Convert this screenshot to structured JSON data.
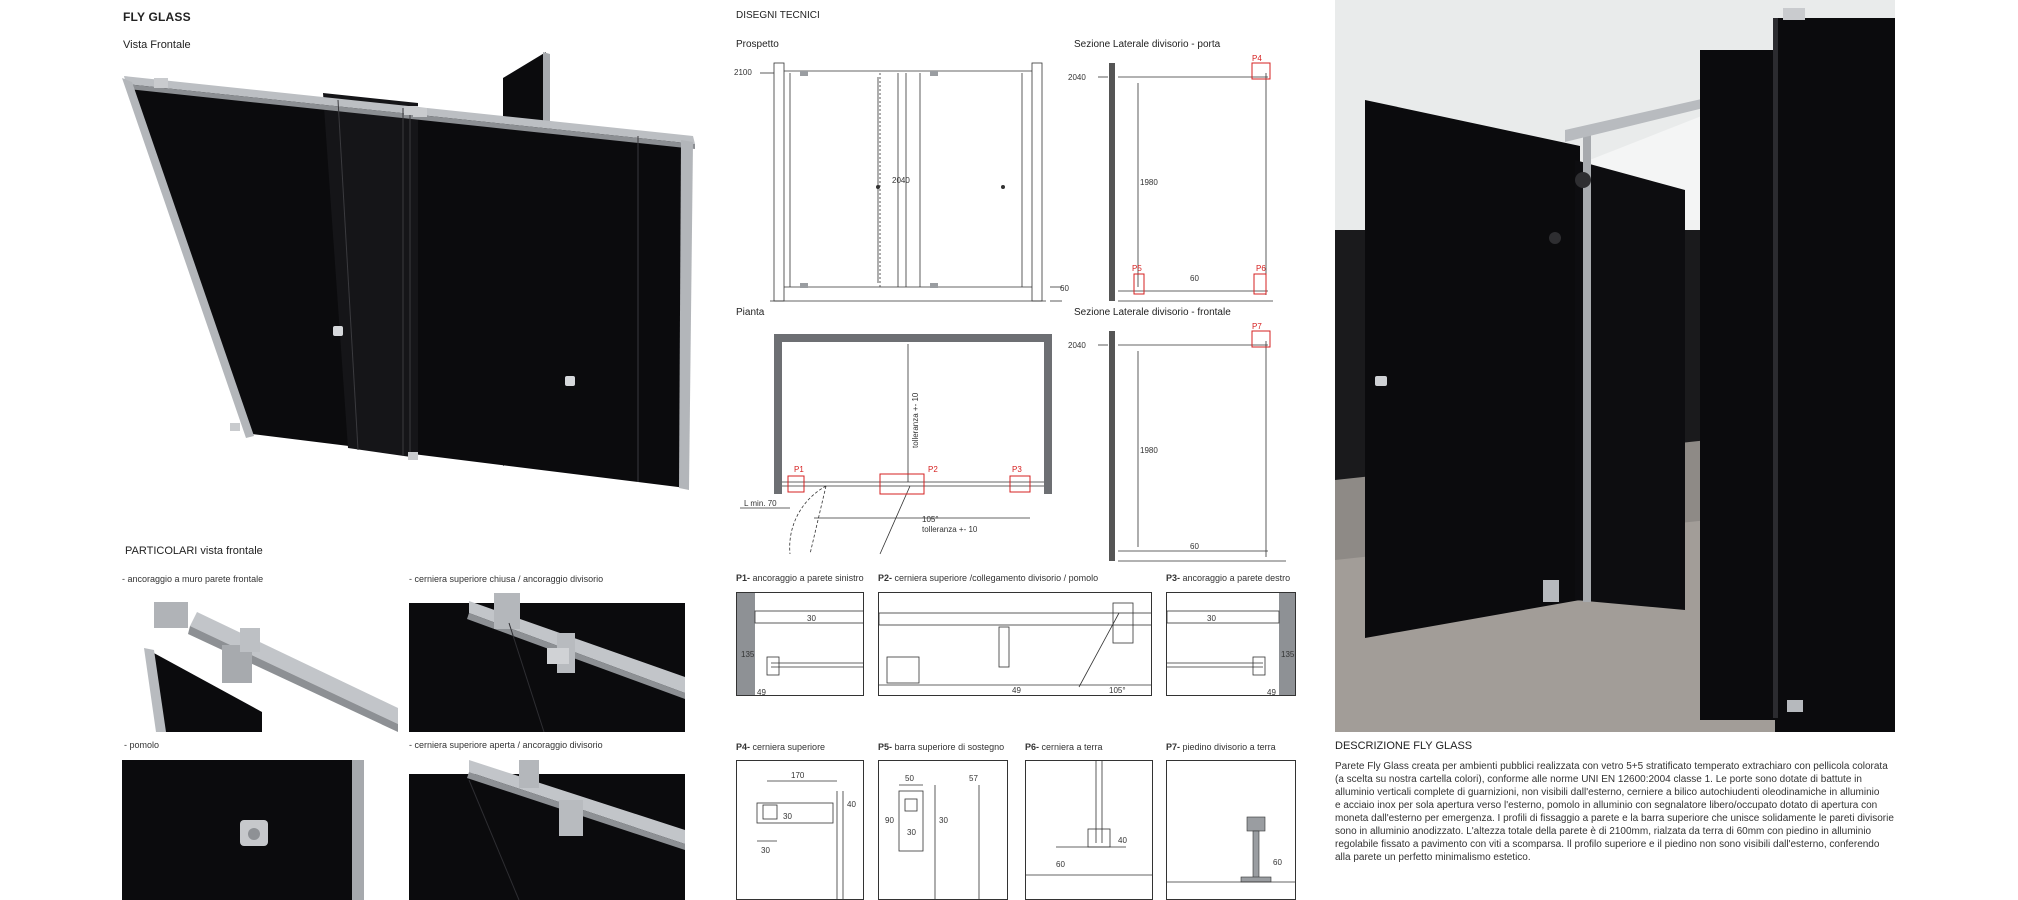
{
  "left": {
    "title": "FLY GLASS",
    "front_view_label": "Vista Frontale",
    "details_title": "PARTICOLARI vista frontale",
    "details": [
      "- ancoraggio a muro parete frontale",
      "- cerniera superiore chiusa / ancoraggio divisorio",
      "- pomolo",
      "- cerniera superiore aperta / ancoraggio divisorio"
    ]
  },
  "technical": {
    "title": "DISEGNI TECNICI",
    "prospetto": {
      "label": "Prospetto",
      "h_total": "2100",
      "h_door": "2040",
      "h_base": "60"
    },
    "sezione_porta": {
      "label": "Sezione Laterale divisorio - porta",
      "h": "2040",
      "inner": "1980",
      "base": "60",
      "markers": [
        "P4",
        "P5",
        "P6"
      ]
    },
    "pianta": {
      "label": "Pianta",
      "tol_v": "tolleranza +- 10",
      "tol_h": "tolleranza +- 10",
      "min": "L min. 70",
      "angle": "105°",
      "markers": [
        "P1",
        "P2",
        "P3"
      ]
    },
    "sezione_frontale": {
      "label": "Sezione Laterale divisorio - frontale",
      "h": "2040",
      "inner": "1980",
      "base": "60",
      "markers": [
        "P7"
      ]
    }
  },
  "details": [
    {
      "code": "P1-",
      "text": "ancoraggio a parete sinistro",
      "dims": [
        "30",
        "135",
        "49"
      ]
    },
    {
      "code": "P2-",
      "text": "cerniera superiore /collegamento divisorio / pomolo",
      "dims": [
        "49",
        "105°"
      ]
    },
    {
      "code": "P3-",
      "text": "ancoraggio a parete destro",
      "dims": [
        "30",
        "135",
        "49"
      ]
    },
    {
      "code": "P4-",
      "text": "cerniera superiore",
      "dims": [
        "170",
        "40",
        "30",
        "30"
      ]
    },
    {
      "code": "P5-",
      "text": "barra superiore di sostegno",
      "dims": [
        "50",
        "57",
        "90",
        "30",
        "30"
      ]
    },
    {
      "code": "P6-",
      "text": "cerniera a terra",
      "dims": [
        "40",
        "60"
      ]
    },
    {
      "code": "P7-",
      "text": "piedino divisorio a terra",
      "dims": [
        "60"
      ]
    }
  ],
  "description": {
    "title": "DESCRIZIONE  FLY GLASS",
    "lines": [
      "Parete Fly Glass creata per ambienti pubblici realizzata con vetro 5+5 stratificato temperato extrachiaro con pellicola colorata",
      "(a scelta su nostra cartella colori), conforme alle norme UNI EN 12600:2004 classe 1. Le porte sono dotate di battute in",
      "alluminio verticali complete di guarnizioni, non visibili dall'esterno, cerniere a bilico autochiudenti oleodinamiche in alluminio",
      "e acciaio inox per sola apertura verso l'esterno, pomolo in alluminio con segnalatore libero/occupato dotato di apertura con",
      "moneta dall'esterno per emergenza. I profili di fissaggio a parete e la barra superiore che unisce solidamente le pareti divisorie",
      "sono in alluminio anodizzato. L'altezza totale della parete è di 2100mm, rialzata da terra di 60mm con piedino in alluminio",
      "regolabile fissato a pavimento con viti a scomparsa. Il profilo superiore e il piedino non sono visibili dall'esterno, conferendo",
      "alla parete un perfetto minimalismo estetico."
    ]
  },
  "colors": {
    "glass": "#0b0b0d",
    "aluminium": "#b9bcc0",
    "marker": "#d62020"
  }
}
